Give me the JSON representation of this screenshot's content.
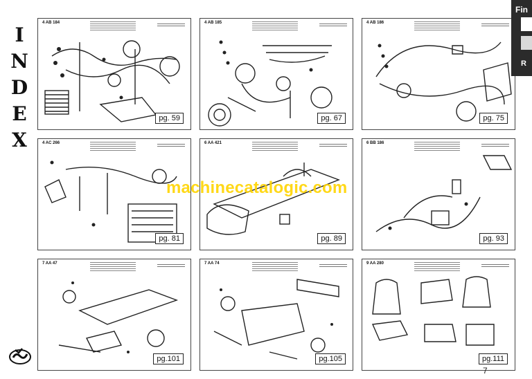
{
  "index_letters": [
    "I",
    "N",
    "D",
    "E",
    "X"
  ],
  "watermark": "machinecatalogic.com",
  "page_number": "7",
  "find_panel": {
    "title": "Fin",
    "option": "R"
  },
  "cards": [
    {
      "code": "4 AB 184",
      "page": "pg. 59"
    },
    {
      "code": "4 AB 185",
      "page": "pg. 67"
    },
    {
      "code": "4 AB 186",
      "page": "pg. 75"
    },
    {
      "code": "4 AC 266",
      "page": "pg. 81"
    },
    {
      "code": "6 AA 421",
      "page": "pg. 89"
    },
    {
      "code": "6 BB 186",
      "page": "pg. 93"
    },
    {
      "code": "7 AA 47",
      "page": "pg.101"
    },
    {
      "code": "7 AA 74",
      "page": "pg.105"
    },
    {
      "code": "9 AA 280",
      "page": "pg.111"
    }
  ]
}
